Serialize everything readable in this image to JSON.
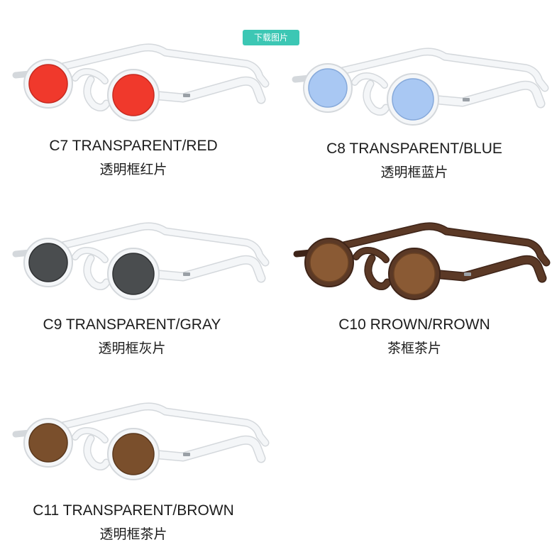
{
  "toolbar": {
    "download_label": "下载图片"
  },
  "products": [
    {
      "code_label": "C7  TRANSPARENT/RED",
      "cn_label": "透明框红片",
      "frame_color": "#f4f6f8",
      "frame_edge": "#d4d8dc",
      "lens_color": "#f0392c",
      "lens_edge": "#c62a20"
    },
    {
      "code_label": "C8 TRANSPARENT/BLUE",
      "cn_label": "透明框蓝片",
      "frame_color": "#f4f6f8",
      "frame_edge": "#d4d8dc",
      "lens_color": "#a9c8f3",
      "lens_edge": "#86a9da"
    },
    {
      "code_label": "C9 TRANSPARENT/GRAY",
      "cn_label": "透明框灰片",
      "frame_color": "#f4f6f8",
      "frame_edge": "#d4d8dc",
      "lens_color": "#4a4d4f",
      "lens_edge": "#2f3133"
    },
    {
      "code_label": "C10 RROWN/RROWN",
      "cn_label": "茶框茶片",
      "frame_color": "#5b3926",
      "frame_edge": "#3e2418",
      "lens_color": "#8a5a34",
      "lens_edge": "#6a4224"
    },
    {
      "code_label": "C11 TRANSPARENT/BROWN",
      "cn_label": "透明框茶片",
      "frame_color": "#f4f6f8",
      "frame_edge": "#d4d8dc",
      "lens_color": "#7a4f2c",
      "lens_edge": "#5a381d"
    }
  ]
}
